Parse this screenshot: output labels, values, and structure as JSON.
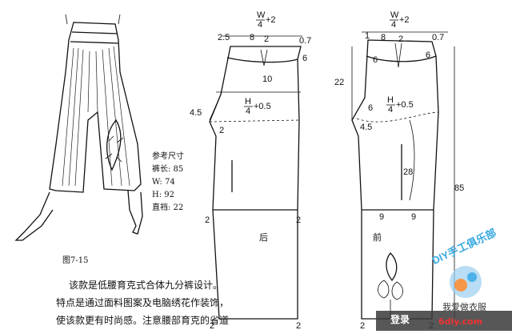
{
  "figure_caption": "图7-15",
  "ref_size": {
    "title": "参考尺寸",
    "lines": [
      "裤长: 85",
      "W: 74",
      "H: 92",
      "直裆: 22"
    ]
  },
  "description_lines": [
    "该款是低腰育克式合体九分裤设计。",
    "特点是通过面料图案及电脑绣花作装饰，",
    "使该款更有时尚感。注意腰部育克的省道"
  ],
  "back_pattern": {
    "label": "后",
    "waist_formula": {
      "top": "W",
      "bottom": "4",
      "suffix": "+2"
    },
    "hip_formula": {
      "top": "H",
      "bottom": "4",
      "suffix": "+0.5"
    },
    "dims": [
      "2.5",
      "8",
      "2",
      "0.7",
      "6",
      "10",
      "4.5",
      "2",
      "2",
      "2",
      "2",
      "2"
    ]
  },
  "front_pattern": {
    "label": "前",
    "waist_formula": {
      "top": "W",
      "bottom": "4",
      "suffix": "+2"
    },
    "hip_formula": {
      "top": "H",
      "bottom": "4",
      "suffix": "+0.5"
    },
    "dims": [
      "1",
      "8",
      "2",
      "0.7",
      "6",
      "6",
      "6",
      "4.5",
      "28",
      "9",
      "9",
      "2",
      "2"
    ]
  },
  "side_dims": {
    "crotch_depth": "22",
    "total_length": "85"
  },
  "watermark": {
    "club": "DIY手工俱乐部",
    "account": "我爱做衣服",
    "url": "6diy.com"
  },
  "toolbar": {
    "login_label": "登录"
  }
}
